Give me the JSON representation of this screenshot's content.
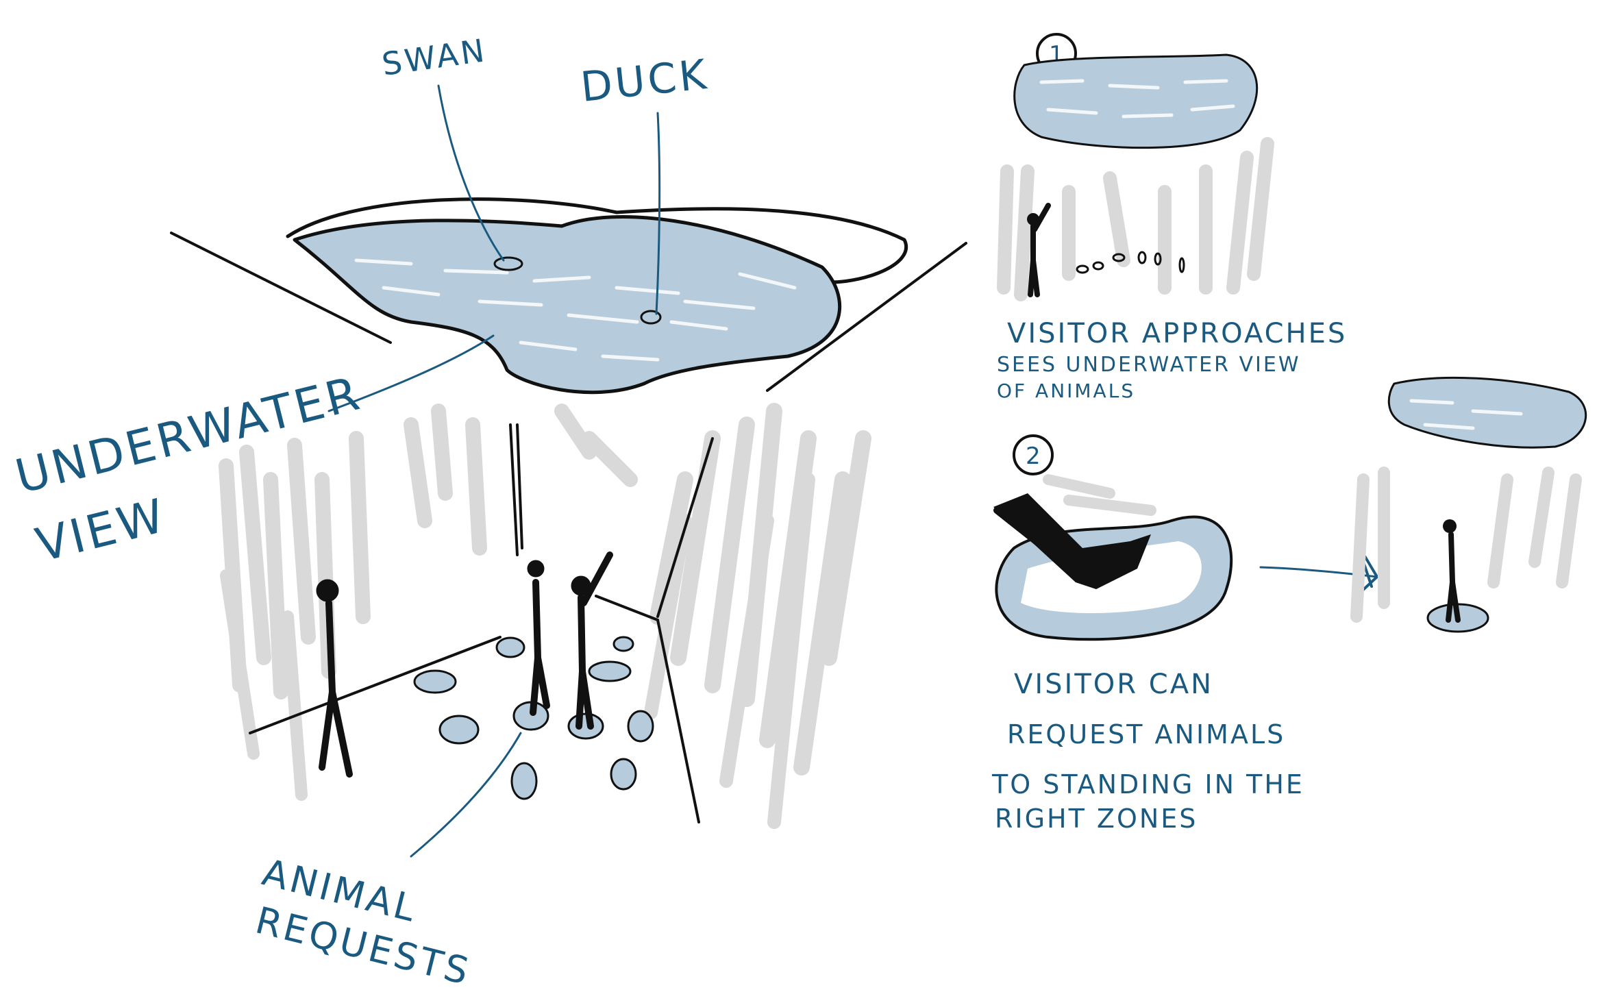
{
  "colors": {
    "ink": "#111111",
    "annotation": "#1a5a80",
    "water": "#b6cbdb",
    "shadow": "#d9d9d9"
  },
  "labels": {
    "swan": "SWAN",
    "duck": "DUCK",
    "underwater_line1": "UNDERWATER",
    "underwater_line2": "VIEW",
    "animal_requests_line1": "ANIMAL",
    "animal_requests_line2": "REQUESTS"
  },
  "steps": [
    {
      "number": "1",
      "lines": [
        "VISITOR APPROACHES",
        "SEES UNDERWATER VIEW",
        "OF ANIMALS"
      ]
    },
    {
      "number": "2",
      "lines": [
        "VISITOR CAN",
        "REQUEST ANIMALS",
        "TO STANDING IN THE",
        "RIGHT ZONES"
      ]
    }
  ]
}
